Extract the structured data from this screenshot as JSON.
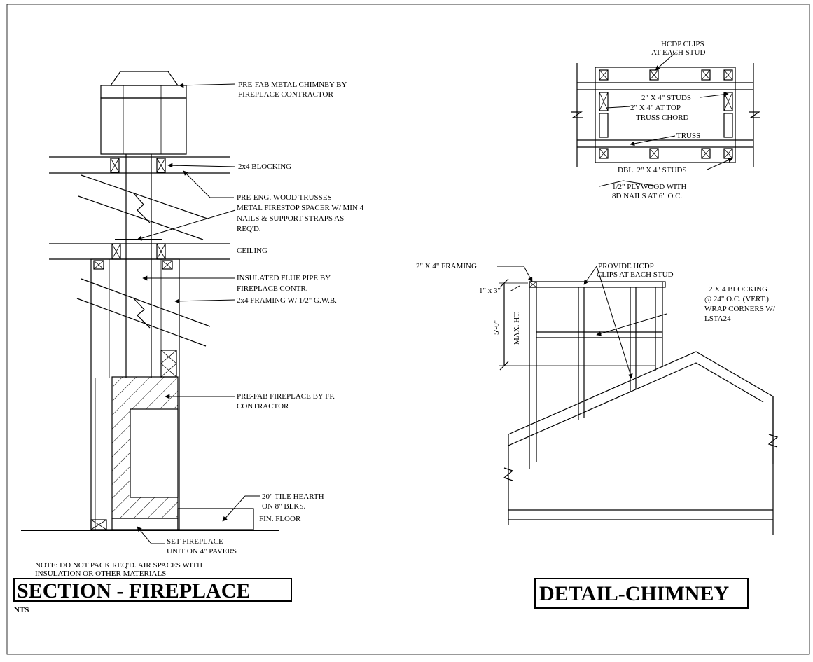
{
  "section_fireplace": {
    "title": "SECTION - FIREPLACE",
    "scale": "NTS",
    "note_line1": "NOTE: DO NOT PACK REQ'D. AIR SPACES WITH",
    "note_line2": "INSULATION OR OTHER MATERIALS",
    "labels": {
      "chimney_1": "PRE-FAB METAL CHIMNEY BY",
      "chimney_2": "FIREPLACE CONTRACTOR",
      "blocking": "2x4 BLOCKING",
      "trusses": "PRE-ENG. WOOD TRUSSES",
      "firestop_1": "METAL FIRESTOP SPACER W/ MIN 4",
      "firestop_2": "NAILS & SUPPORT STRAPS AS",
      "firestop_3": "REQ'D.",
      "ceiling": "CEILING",
      "flue_1": "INSULATED FLUE PIPE BY",
      "flue_2": "FIREPLACE CONTR.",
      "framing": "2x4 FRAMING W/ 1/2\" G.W.B.",
      "prefab_fp_1": "PRE-FAB FIREPLACE BY FP.",
      "prefab_fp_2": "CONTRACTOR",
      "hearth_1": "20\" TILE HEARTH",
      "hearth_2": "ON 8\" BLKS.",
      "fin_floor": "FIN. FLOOR",
      "pavers_1": "SET FIREPLACE",
      "pavers_2": "UNIT ON 4\" PAVERS"
    }
  },
  "detail_chimney": {
    "title": "DETAIL-CHIMNEY",
    "plan_labels": {
      "hcdp_1": "HCDP CLIPS",
      "hcdp_2": "AT EACH STUD",
      "studs": "2\" X 4\" STUDS",
      "top_chord_1": "2\" X 4\" AT TOP",
      "top_chord_2": "TRUSS CHORD",
      "truss": "TRUSS",
      "dbl_studs": "DBL. 2\" X 4\" STUDS",
      "plywood_1": "1/2\" PLYWOOD WITH",
      "plywood_2": "8D NAILS AT 6\" O.C."
    },
    "elev_labels": {
      "framing": "2\" X 4\" FRAMING",
      "provide_1": "PROVIDE  HCDP",
      "provide_2": "CLIPS AT EACH STUD",
      "blocking_1": "2 X 4 BLOCKING",
      "blocking_2": "@ 24\" O.C. (VERT.)",
      "blocking_3": "WRAP CORNERS W/",
      "blocking_4": "LSTA24",
      "one_by_three": "1\" x 3\"",
      "max_ht": "MAX. HT.",
      "dim": "5'-0\""
    }
  }
}
